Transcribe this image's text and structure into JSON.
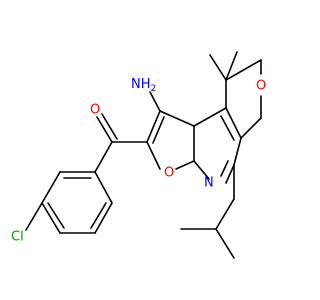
{
  "molecule": {
    "colors": {
      "carbon_bond": "#000000",
      "oxygen": "#ff0000",
      "nitrogen": "#0000ff",
      "chlorine": "#00a000"
    },
    "atom_labels": {
      "amine": "NH",
      "amine_subscript": "2",
      "ketone_oxygen": "O",
      "ring_oxygen_pyran": "O",
      "ring_oxygen_furan": "O",
      "ring_nitrogen": "N",
      "chlorine": "Cl"
    }
  }
}
